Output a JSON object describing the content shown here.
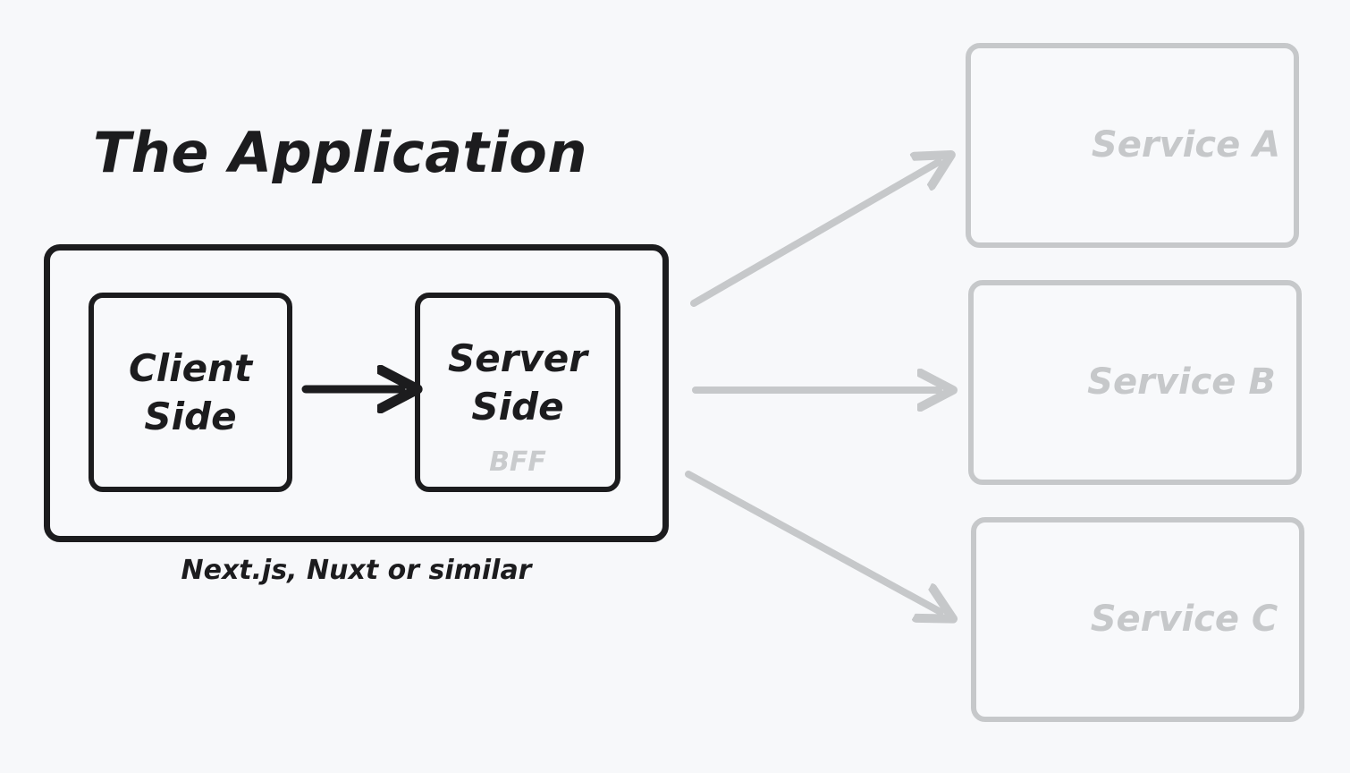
{
  "diagram": {
    "title": "The Application",
    "caption": "Next.js, Nuxt or similar",
    "background_color": "#f7f8fa",
    "primary_color": "#1c1c1e",
    "muted_color": "#c6c8ca"
  },
  "application": {
    "title": "The Application",
    "caption": "Next.js, Nuxt or similar",
    "boxes": [
      {
        "id": "client-side",
        "label": "Client\nSide",
        "sublabel": ""
      },
      {
        "id": "server-side",
        "label": "Server\nSide",
        "sublabel": "BFF"
      }
    ]
  },
  "services": [
    {
      "id": "service-a",
      "label": "Service A"
    },
    {
      "id": "service-b",
      "label": "Service B"
    },
    {
      "id": "service-c",
      "label": "Service C"
    }
  ],
  "connections": [
    {
      "id": "client-to-server",
      "from": "client-side",
      "to": "server-side",
      "style": "solid-dark"
    },
    {
      "id": "server-to-service-a",
      "from": "server-side",
      "to": "service-a",
      "style": "solid-muted"
    },
    {
      "id": "server-to-service-b",
      "from": "server-side",
      "to": "service-b",
      "style": "solid-muted"
    },
    {
      "id": "server-to-service-c",
      "from": "server-side",
      "to": "service-c",
      "style": "solid-muted"
    }
  ]
}
